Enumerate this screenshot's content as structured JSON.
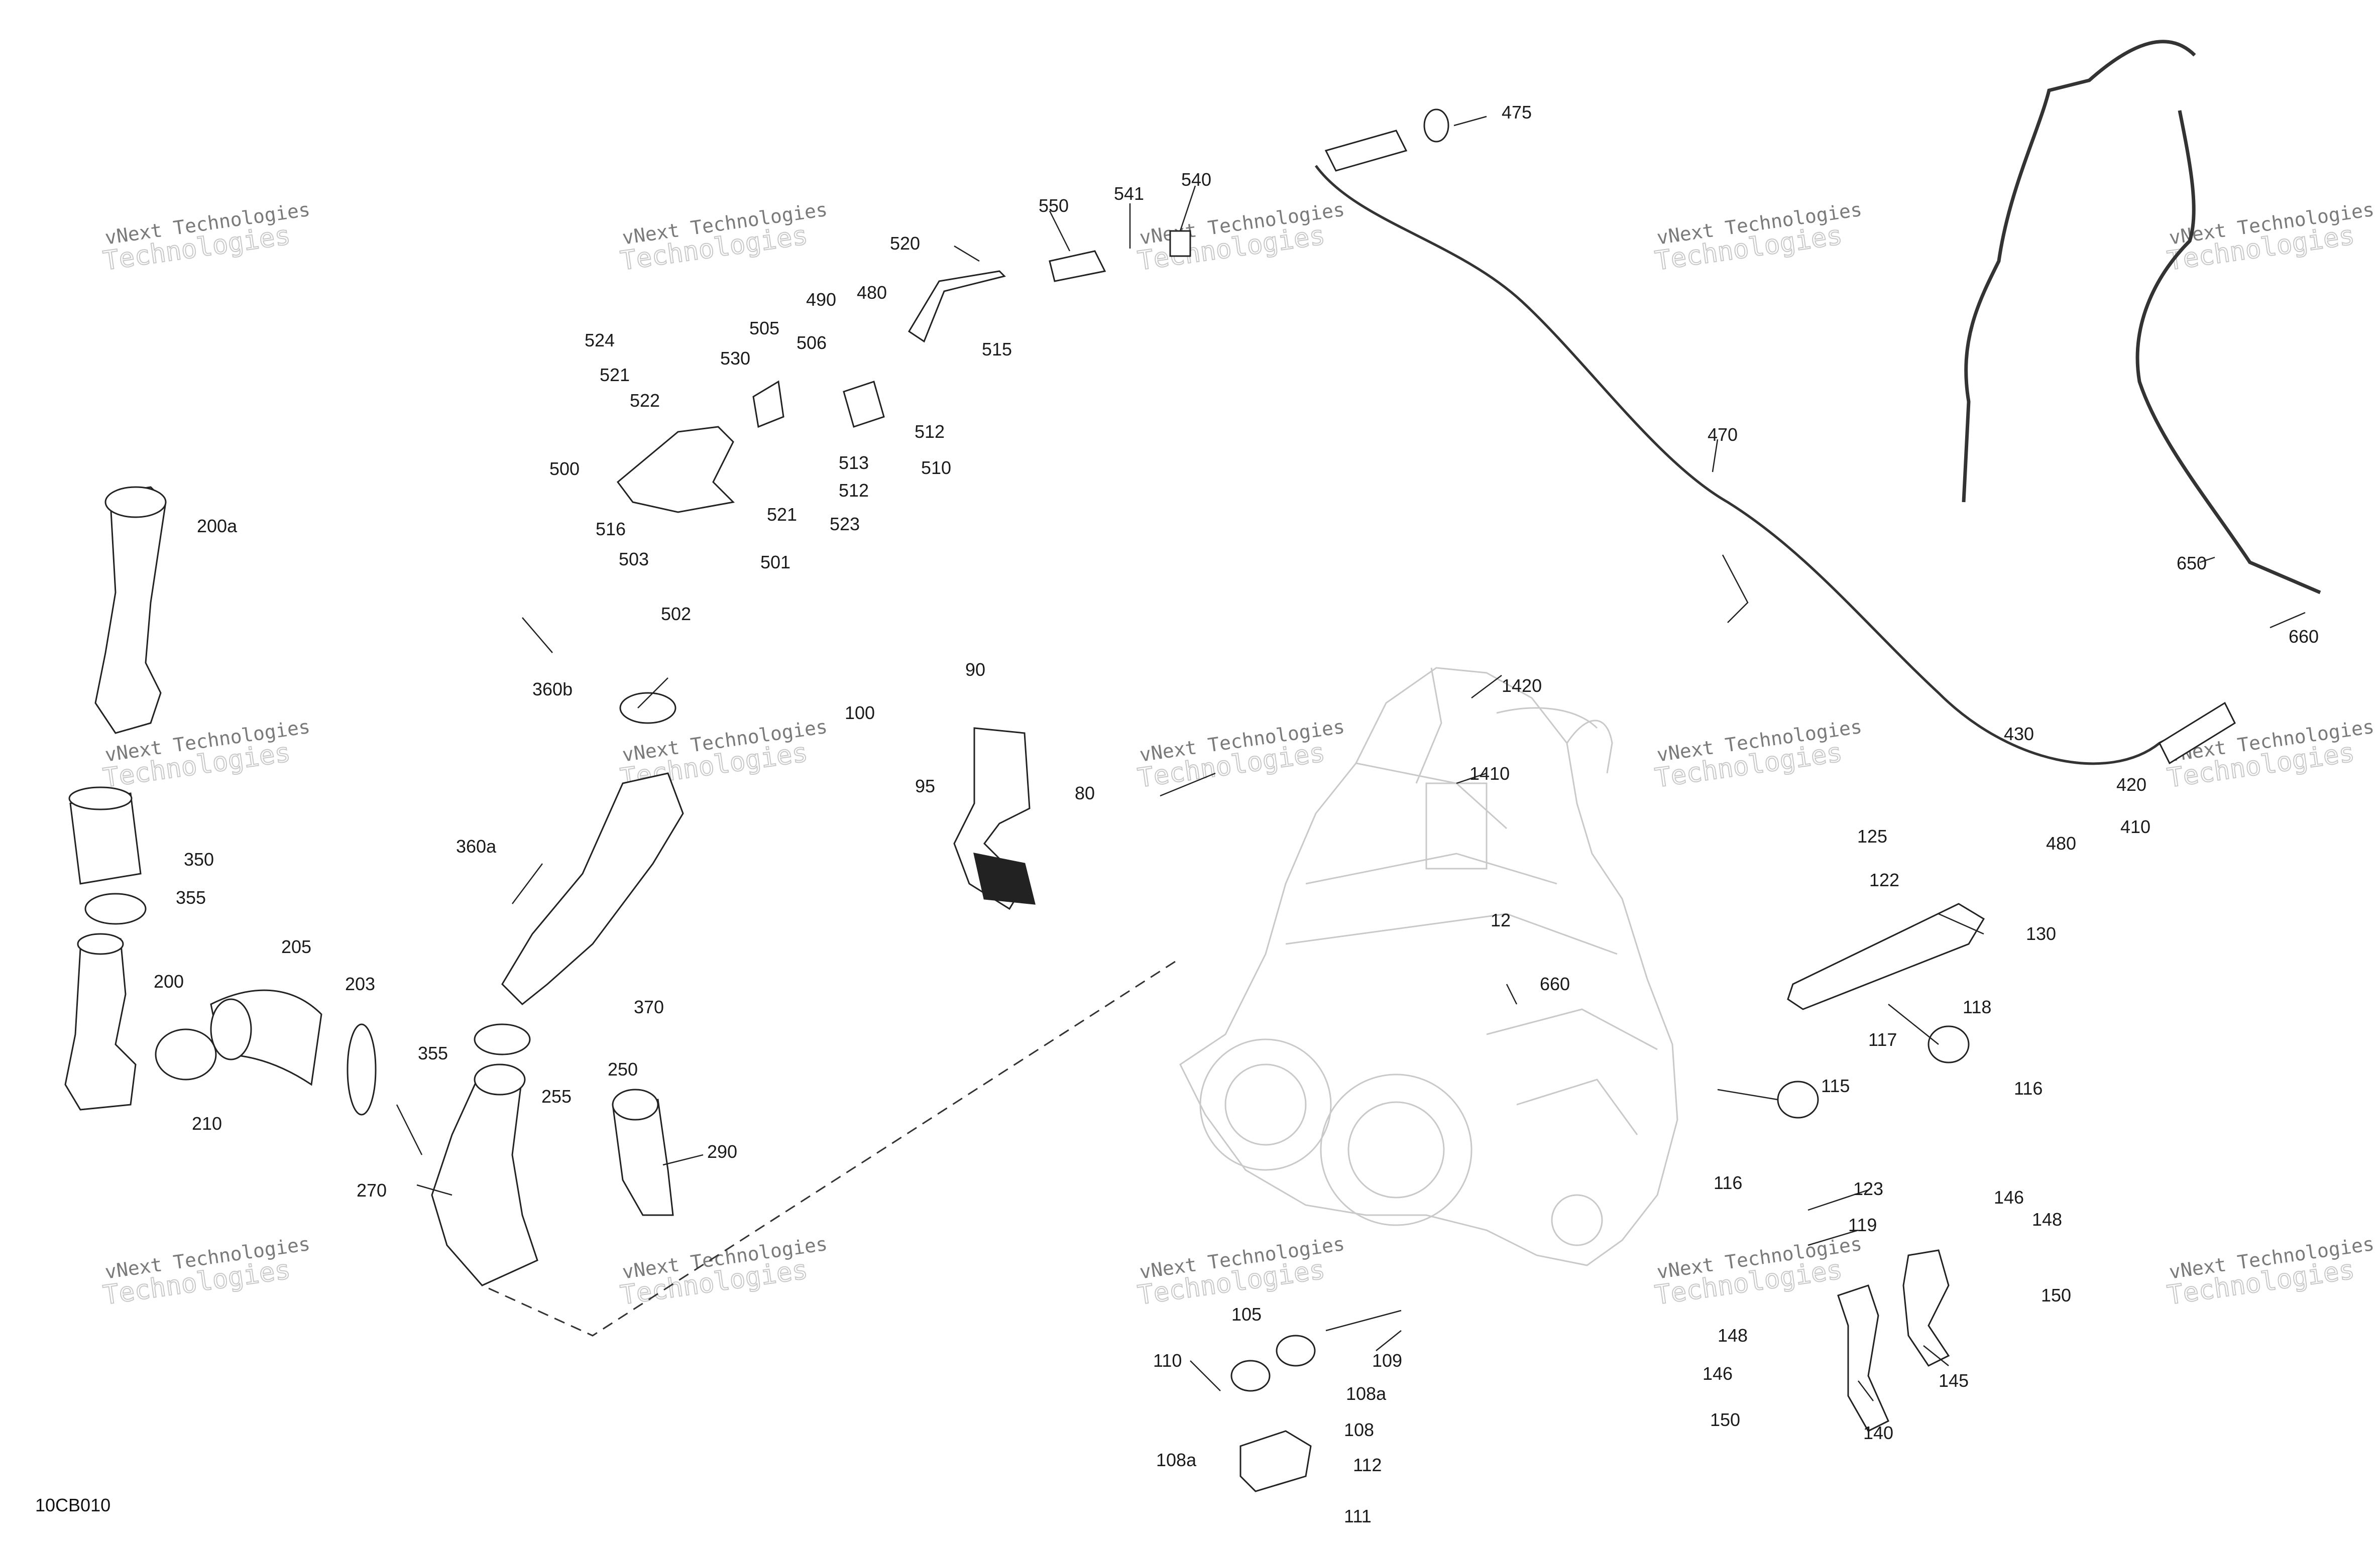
{
  "diagram": {
    "code": "10CB010",
    "watermark": {
      "line1": "vNext Technologies",
      "line2": "Technologies"
    },
    "callouts": [
      "475",
      "541",
      "540",
      "550",
      "520",
      "470",
      "490",
      "480",
      "524",
      "505",
      "506",
      "521",
      "530",
      "515",
      "522",
      "512",
      "500",
      "513",
      "510",
      "512",
      "521",
      "523",
      "516",
      "503",
      "501",
      "502",
      "200a",
      "650",
      "660",
      "1420",
      "90",
      "360b",
      "100",
      "1410",
      "430",
      "420",
      "95",
      "80",
      "480",
      "410",
      "350",
      "125",
      "122",
      "360a",
      "355",
      "12",
      "130",
      "200",
      "205",
      "203",
      "660",
      "118",
      "370",
      "117",
      "355",
      "250",
      "115",
      "116",
      "210",
      "255",
      "290",
      "116",
      "123",
      "270",
      "146",
      "119",
      "148",
      "150",
      "105",
      "109",
      "148",
      "110",
      "108a",
      "146",
      "145",
      "108",
      "140",
      "150",
      "108a",
      "112",
      "111"
    ]
  }
}
